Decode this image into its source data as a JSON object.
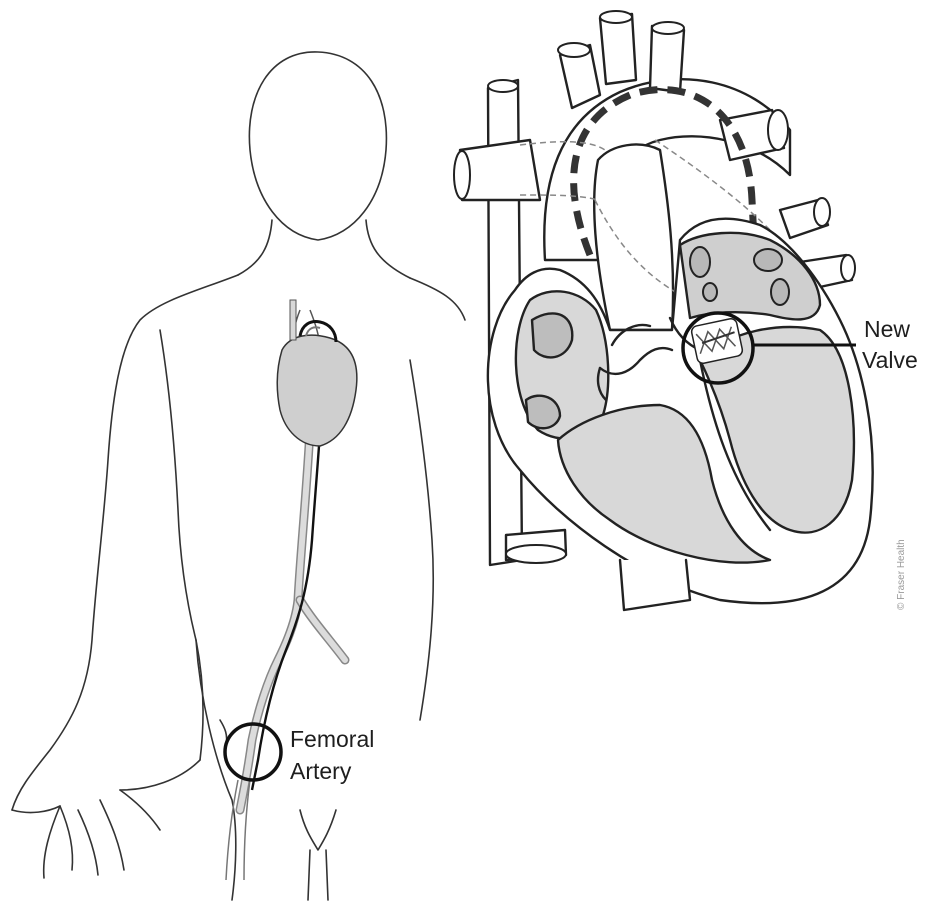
{
  "labels": {
    "new_valve_line1": "New",
    "new_valve_line2": "Valve",
    "femoral_line1": "Femoral",
    "femoral_line2": "Artery",
    "credit_vertical": "© Fraser Health"
  },
  "colors": {
    "outline": "#222222",
    "chamber_fill": "#d9d9d9",
    "tissue_fill": "#c4c4c4",
    "wall_fill": "#ffffff",
    "text": "#1e1e1e"
  }
}
